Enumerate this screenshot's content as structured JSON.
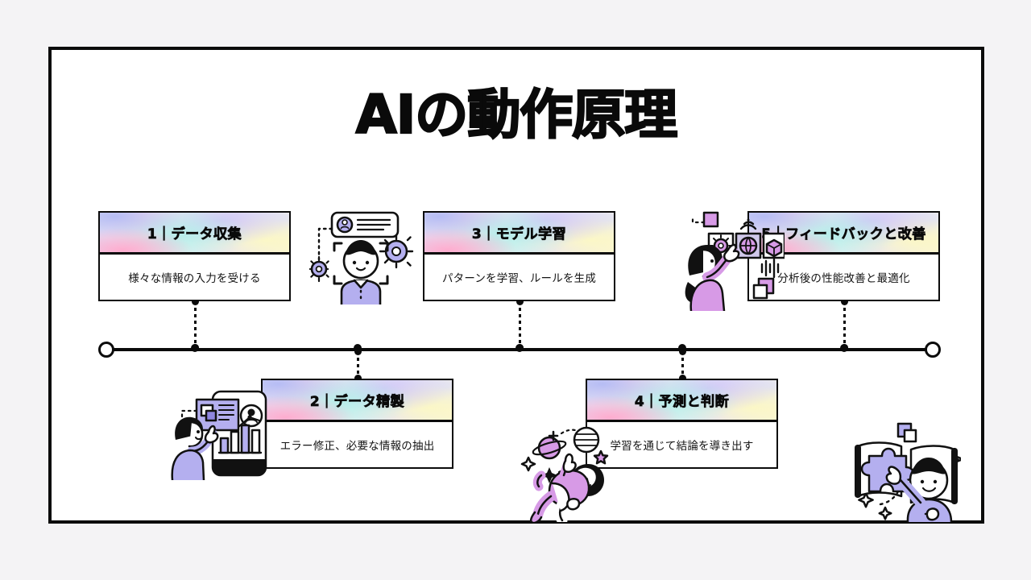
{
  "page": {
    "background_color": "#f4f3f5",
    "frame_color": "#0b0b0b",
    "canvas_color": "#ffffff"
  },
  "title": "AIの動作原理",
  "timeline": {
    "start_cap": "circle-outline",
    "end_cap": "circle-outline",
    "node_count": 5
  },
  "cards": [
    {
      "id": "step-1",
      "number": "1",
      "title": "1｜データ収集",
      "description": "様々な情報の入力を受ける",
      "position": "above"
    },
    {
      "id": "step-2",
      "number": "2",
      "title": "2｜データ精製",
      "description": "エラー修正、必要な情報の抽出",
      "position": "below"
    },
    {
      "id": "step-3",
      "number": "3",
      "title": "3｜モデル学習",
      "description": "パターンを学習、ルールを生成",
      "position": "above"
    },
    {
      "id": "step-4",
      "number": "4",
      "title": "4｜予測と判断",
      "description": "学習を通じて結論を導き出す",
      "position": "below"
    },
    {
      "id": "step-5",
      "number": "5",
      "title": "5｜フィードバックと改善",
      "description": "分析後の性能改善と最適化",
      "position": "above"
    }
  ],
  "illustrations": [
    {
      "id": "illus-1",
      "name": "face-recognition-person-illustration",
      "accent": "#a7a3ef"
    },
    {
      "id": "illus-2",
      "name": "data-dashboard-person-illustration",
      "accent": "#a99ef0"
    },
    {
      "id": "illus-3",
      "name": "woman-touching-interface-illustration",
      "accent": "#cc8fe0"
    },
    {
      "id": "illus-4",
      "name": "astronaut-floating-illustration",
      "accent": "#cd87dd"
    },
    {
      "id": "illus-5",
      "name": "person-with-puzzle-piece-illustration",
      "accent": "#a8a2ee"
    }
  ],
  "palette": {
    "ink": "#0b0b0b",
    "gradient_lavender": "#dfe0f6",
    "gradient_pink": "#f3d9ec",
    "gradient_mint": "#dcf2ef",
    "gradient_yellow": "#fbf6d6",
    "illus_purple": "#a7a3ef",
    "illus_magenta": "#cc8fe0"
  }
}
